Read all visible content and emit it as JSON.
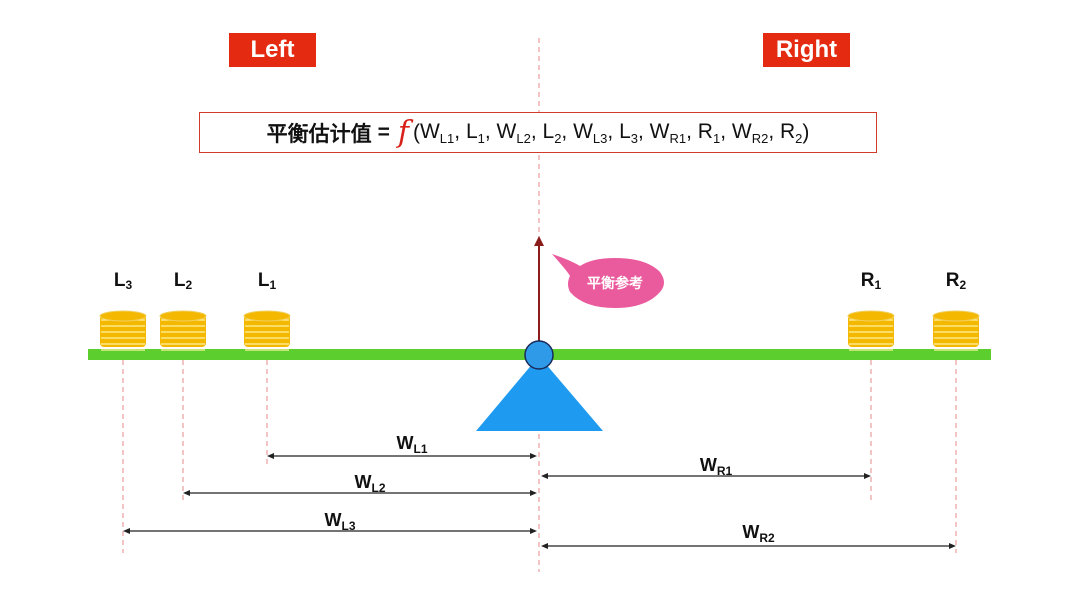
{
  "labels": {
    "left": "Left",
    "right": "Right"
  },
  "formula": {
    "lhs": "平衡估计值",
    "equals": "=",
    "func": "f",
    "open": "( ",
    "close": " )",
    "args": [
      {
        "main": "W",
        "sub": "L1"
      },
      {
        "main": "L",
        "sub": "1"
      },
      {
        "main": "W",
        "sub": "L2"
      },
      {
        "main": "L",
        "sub": "2"
      },
      {
        "main": "W",
        "sub": "L3"
      },
      {
        "main": "L",
        "sub": "3"
      },
      {
        "main": "W",
        "sub": "R1"
      },
      {
        "main": "R",
        "sub": "1"
      },
      {
        "main": "W",
        "sub": "R2"
      },
      {
        "main": "R",
        "sub": "2"
      }
    ]
  },
  "callout": {
    "text": "平衡参考"
  },
  "stacks": [
    {
      "id": "L3",
      "main": "L",
      "sub": "3",
      "side": "left"
    },
    {
      "id": "L2",
      "main": "L",
      "sub": "2",
      "side": "left"
    },
    {
      "id": "L1",
      "main": "L",
      "sub": "1",
      "side": "left"
    },
    {
      "id": "R1",
      "main": "R",
      "sub": "1",
      "side": "right"
    },
    {
      "id": "R2",
      "main": "R",
      "sub": "2",
      "side": "right"
    }
  ],
  "distances": [
    {
      "id": "WL1",
      "main": "W",
      "sub": "L1",
      "from": "L1"
    },
    {
      "id": "WL2",
      "main": "W",
      "sub": "L2",
      "from": "L2"
    },
    {
      "id": "WL3",
      "main": "W",
      "sub": "L3",
      "from": "L3"
    },
    {
      "id": "WR1",
      "main": "W",
      "sub": "R1",
      "from": "R1"
    },
    {
      "id": "WR2",
      "main": "W",
      "sub": "R2",
      "from": "R2"
    }
  ],
  "colors": {
    "label_bg": "#e52a12",
    "beam": "#5ccf2e",
    "fulcrum": "#1e9bf0",
    "pivot": "#2f9be8",
    "arrow": "#8b1c1c",
    "callout": "#ea5b9d",
    "coin_fill": "#f5b800",
    "coin_edge": "#fff2a0",
    "guide": "#e68a8a",
    "dimension": "#222222"
  }
}
